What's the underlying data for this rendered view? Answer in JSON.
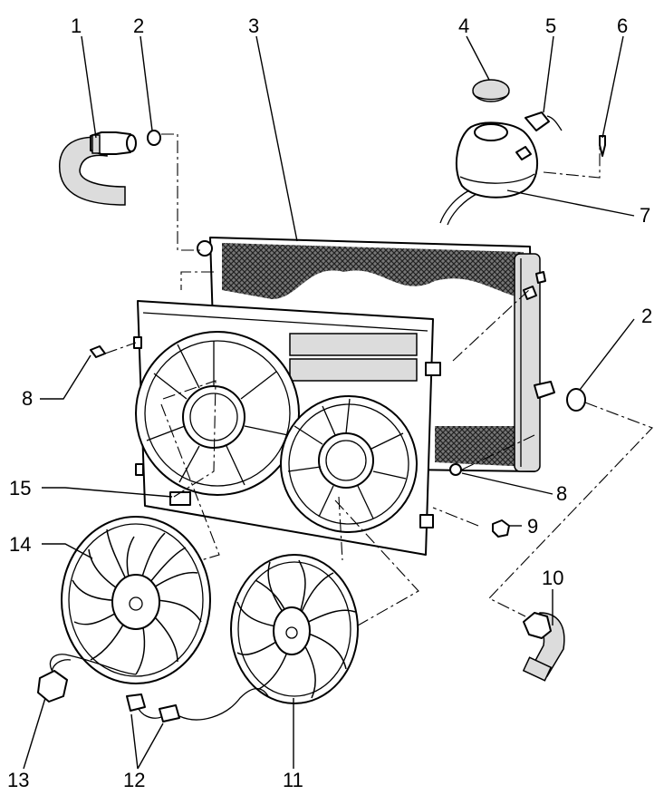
{
  "callouts": [
    {
      "id": "c1",
      "text": "1"
    },
    {
      "id": "c2a",
      "text": "2"
    },
    {
      "id": "c3",
      "text": "3"
    },
    {
      "id": "c4",
      "text": "4"
    },
    {
      "id": "c5",
      "text": "5"
    },
    {
      "id": "c6",
      "text": "6"
    },
    {
      "id": "c7",
      "text": "7"
    },
    {
      "id": "c2b",
      "text": "2"
    },
    {
      "id": "c8a",
      "text": "8"
    },
    {
      "id": "c8b",
      "text": "8"
    },
    {
      "id": "c9",
      "text": "9"
    },
    {
      "id": "c10",
      "text": "10"
    },
    {
      "id": "c11",
      "text": "11"
    },
    {
      "id": "c12",
      "text": "12"
    },
    {
      "id": "c13",
      "text": "13"
    },
    {
      "id": "c14",
      "text": "14"
    },
    {
      "id": "c15",
      "text": "15"
    }
  ]
}
